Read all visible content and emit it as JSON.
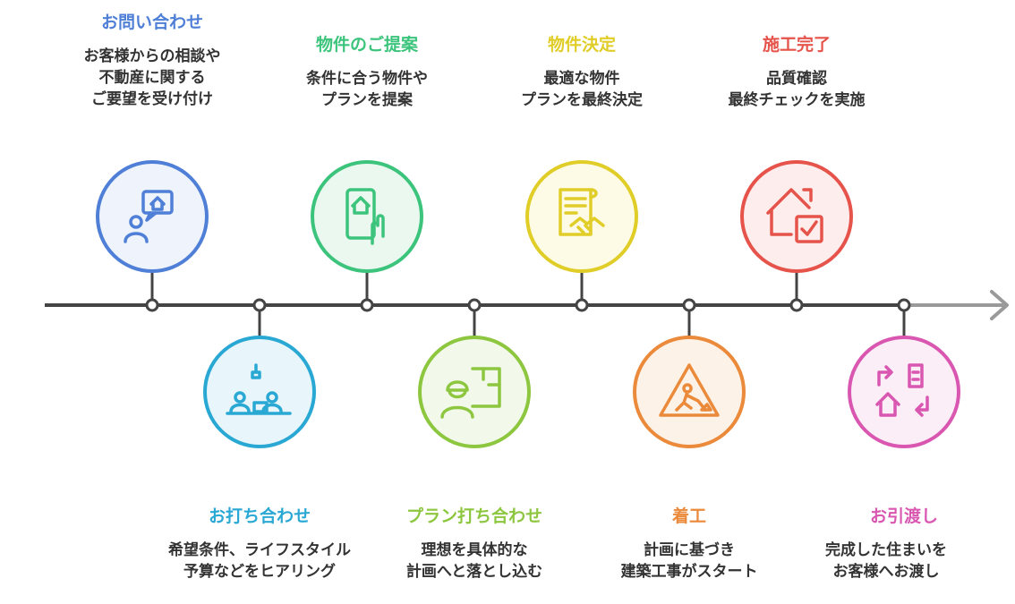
{
  "steps": [
    {
      "title": "お問い合わせ",
      "desc": "お客様からの相談や\n不動産に関する\nご要望を受け付け",
      "color": "#4f7fd6",
      "fill": "#eef3fc",
      "icon": "chat-house-icon"
    },
    {
      "title": "お打ち合わせ",
      "desc": "希望条件、ライフスタイル\n予算などをヒアリング",
      "color": "#2aa8d4",
      "fill": "#e8f6fb",
      "icon": "meeting-icon"
    },
    {
      "title": "物件のご提案",
      "desc": "条件に合う物件や\nプランを提案",
      "color": "#3cc47c",
      "fill": "#eaf8f0",
      "icon": "phone-house-icon"
    },
    {
      "title": "プラン打ち合わせ",
      "desc": "理想を具体的な\n計画へと落とし込む",
      "color": "#8dc63f",
      "fill": "#f3f9ea",
      "icon": "worker-blueprint-icon"
    },
    {
      "title": "物件決定",
      "desc": "最適な物件\nプランを最終決定",
      "color": "#e0cd28",
      "fill": "#fdfbe6",
      "icon": "contract-handshake-icon"
    },
    {
      "title": "着工",
      "desc": "計画に基づき\n建築工事がスタート",
      "color": "#ea8a3a",
      "fill": "#fdf2e8",
      "icon": "construction-icon"
    },
    {
      "title": "施工完了",
      "desc": "品質確認\n最終チェックを実施",
      "color": "#e5534b",
      "fill": "#fdeeed",
      "icon": "house-check-icon"
    },
    {
      "title": "お引渡し",
      "desc": "完成した住まいを\nお客様へお渡し",
      "color": "#d957b0",
      "fill": "#fbeef7",
      "icon": "house-exchange-icon"
    }
  ]
}
